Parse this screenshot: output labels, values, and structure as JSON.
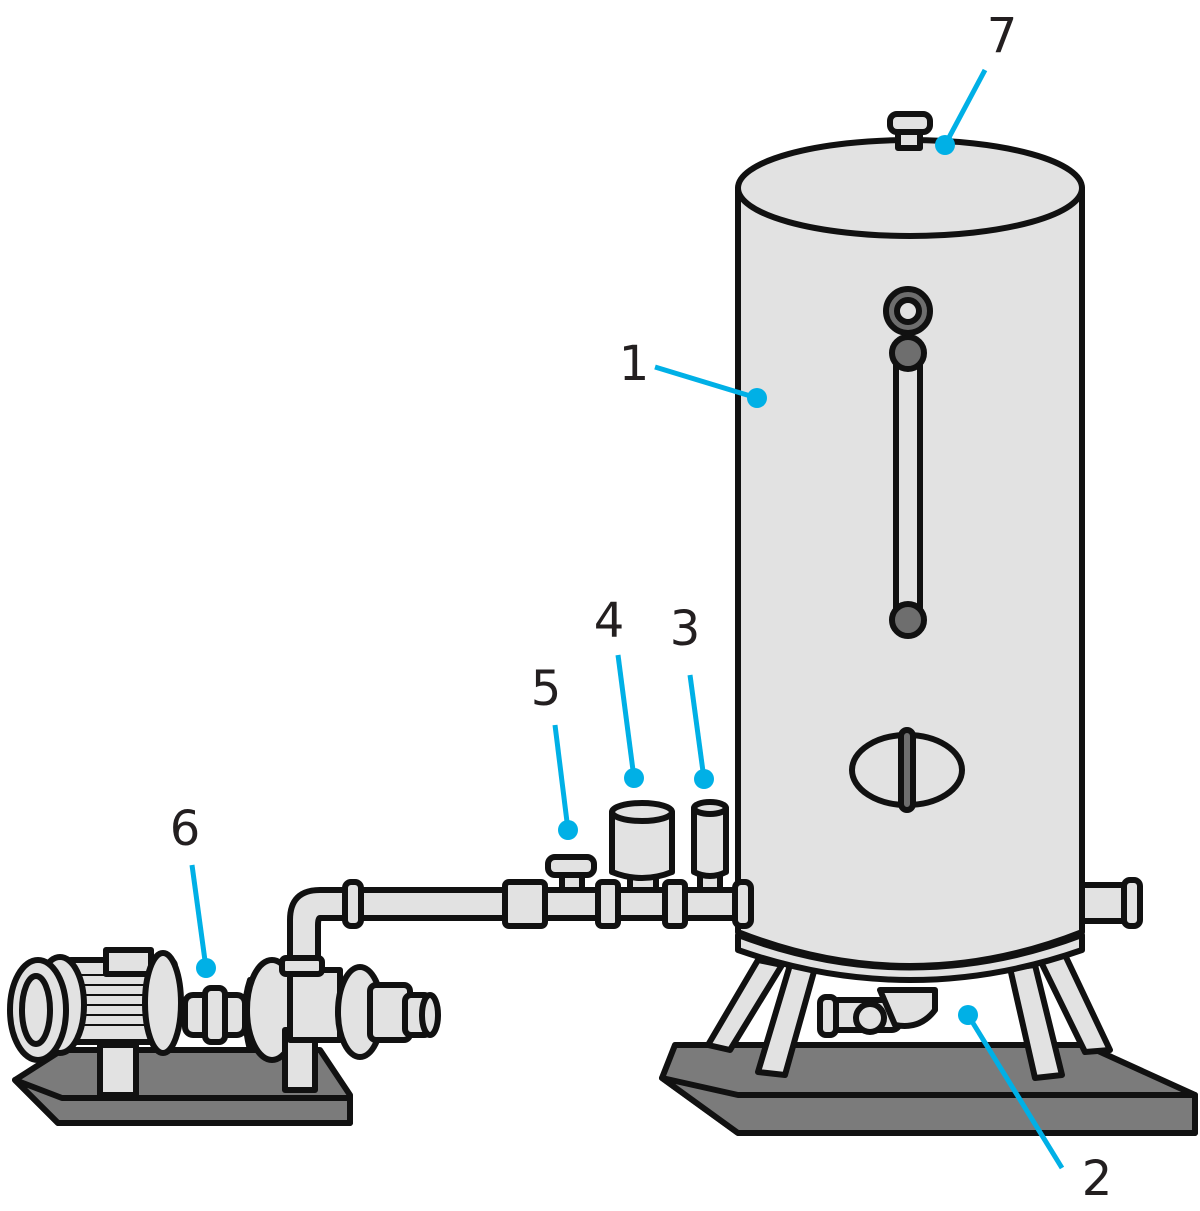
{
  "colors": {
    "callout": "#00b0e6",
    "metal": "#e2e2e2",
    "base": "#7b7b7b",
    "outline": "#111111"
  },
  "callouts": [
    {
      "label": "1",
      "part": "tank"
    },
    {
      "label": "2",
      "part": "bottom-outlet"
    },
    {
      "label": "3",
      "part": "pressure-switch"
    },
    {
      "label": "4",
      "part": "pressure-gauge-housing"
    },
    {
      "label": "5",
      "part": "valve"
    },
    {
      "label": "6",
      "part": "pump-motor"
    },
    {
      "label": "7",
      "part": "top-vent"
    }
  ]
}
